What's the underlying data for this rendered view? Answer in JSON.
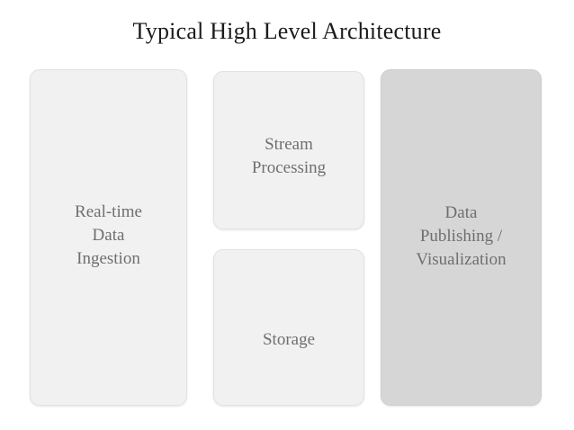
{
  "slide": {
    "title": "Typical High Level Architecture",
    "background_color": "#ffffff",
    "title_color": "#1b1b1b",
    "label_color": "#6f6f6f"
  },
  "diagram": {
    "type": "block-diagram",
    "columns": [
      {
        "name": "ingestion-column",
        "boxes": [
          {
            "name": "real-time-data-ingestion",
            "label": "Real-time\nData\nIngestion",
            "fill_color": "#f1f1f1",
            "border_color": "#e2e2e2"
          }
        ]
      },
      {
        "name": "processing-column",
        "boxes": [
          {
            "name": "stream-processing",
            "label": "Stream\nProcessing",
            "fill_color": "#f1f1f1",
            "border_color": "#e2e2e2"
          },
          {
            "name": "storage",
            "label": "Storage",
            "fill_color": "#f1f1f1",
            "border_color": "#e2e2e2"
          }
        ]
      },
      {
        "name": "publishing-column",
        "boxes": [
          {
            "name": "data-publishing-visualization",
            "label": "Data\nPublishing /\nVisualization",
            "fill_color": "#d6d6d6",
            "border_color": "#cfcfcf"
          }
        ]
      }
    ]
  }
}
